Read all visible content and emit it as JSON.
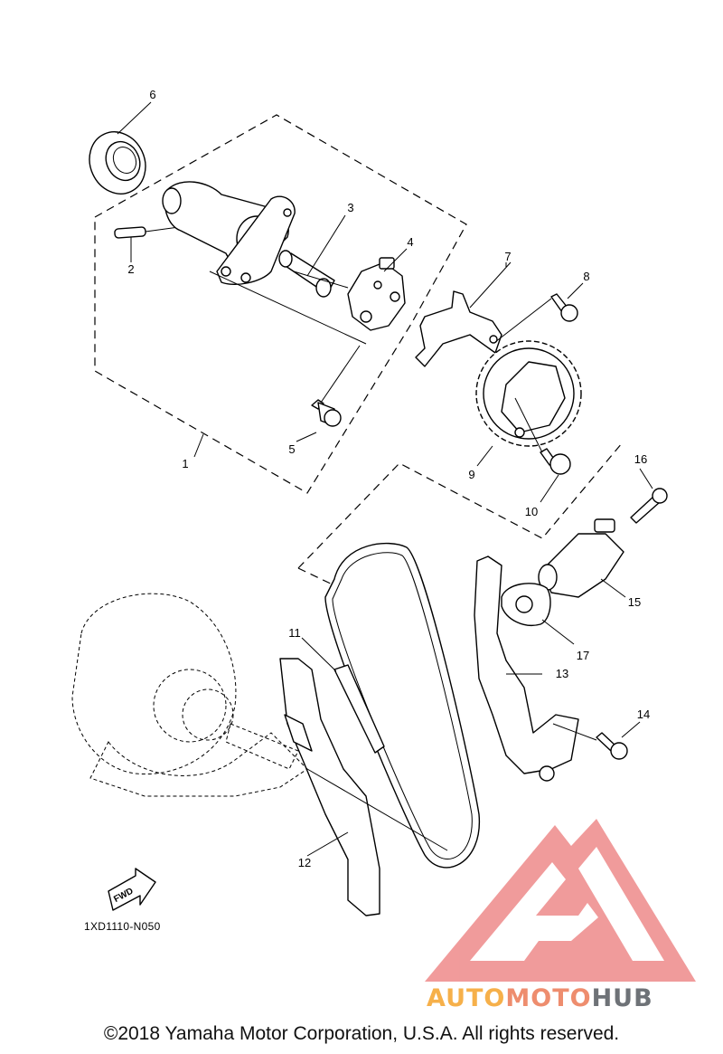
{
  "diagram": {
    "callouts": [
      "1",
      "2",
      "3",
      "4",
      "5",
      "6",
      "7",
      "8",
      "9",
      "10",
      "11",
      "12",
      "13",
      "14",
      "15",
      "16",
      "17"
    ],
    "fwd_label": "FWD",
    "drawing_code": "1XD1110-N050"
  },
  "watermark": {
    "brand_part1": "AUTO",
    "brand_part2": "MOTO",
    "brand_part3": "HUB",
    "colors": {
      "logo_red": "#ee8a8a",
      "auto": "#f6b04a",
      "moto": "#ee8d6e",
      "hub": "#6e7277"
    }
  },
  "footer": {
    "copyright": "©2018 Yamaha Motor Corporation, U.S.A. All rights reserved."
  }
}
